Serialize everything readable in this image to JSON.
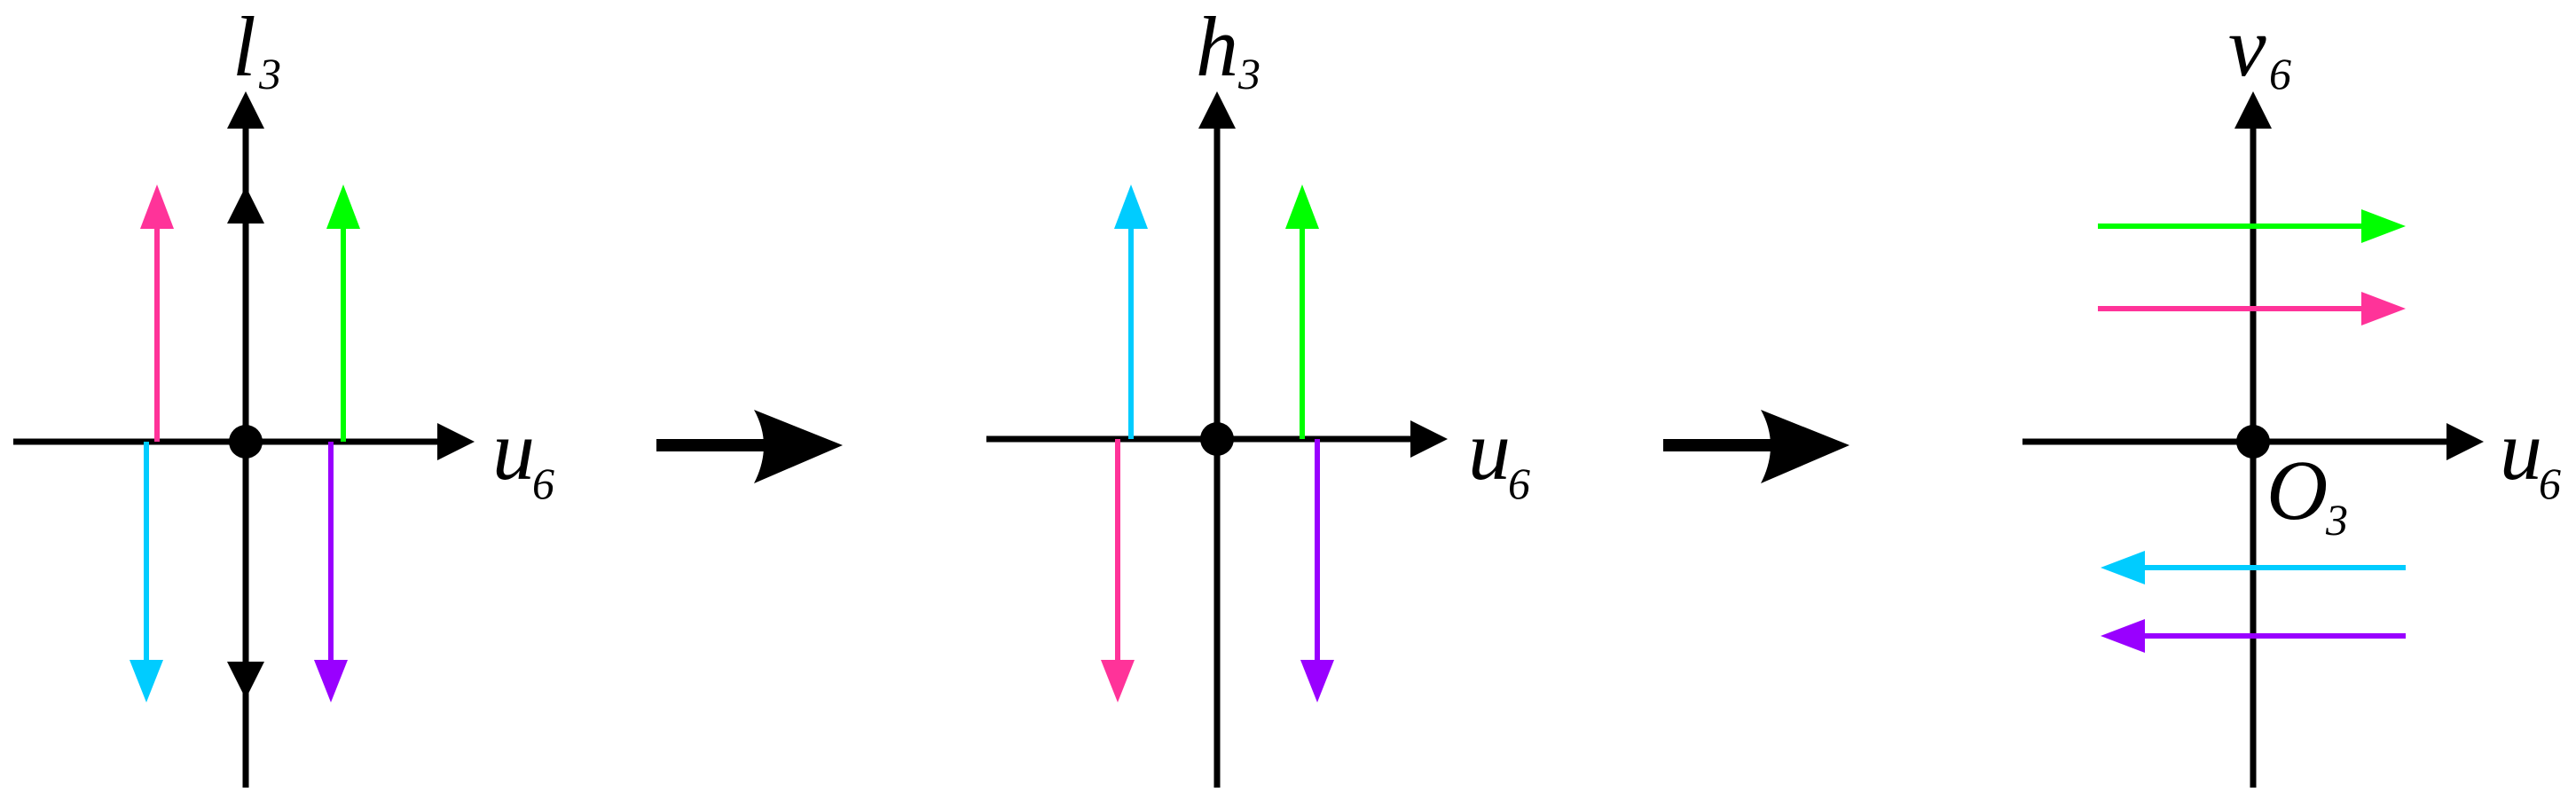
{
  "panels": [
    {
      "vertical_axis_label": {
        "base": "l",
        "sub": "3"
      },
      "horizontal_axis_label": {
        "base": "u",
        "sub": "6"
      },
      "origin_label": null
    },
    {
      "vertical_axis_label": {
        "base": "h",
        "sub": "3"
      },
      "horizontal_axis_label": {
        "base": "u",
        "sub": "6"
      },
      "origin_label": null
    },
    {
      "vertical_axis_label": {
        "base": "v",
        "sub": "6"
      },
      "horizontal_axis_label": {
        "base": "u",
        "sub": "6"
      },
      "origin_label": {
        "base": "O",
        "sub": "3"
      }
    }
  ],
  "colors": {
    "axis": "#000000",
    "pink": "#ff3399",
    "green": "#00ff00",
    "cyan": "#00ccff",
    "purple": "#9900ff"
  }
}
